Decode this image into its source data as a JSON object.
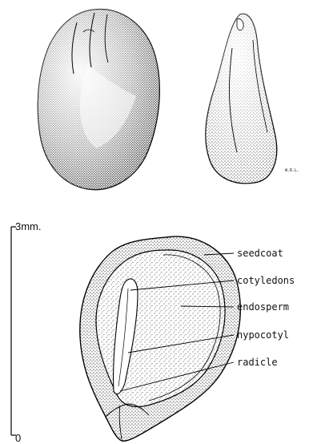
{
  "scale_bar": {
    "top_label": "3mm.",
    "bottom_label": "0"
  },
  "artist_initials": "W.R.L.",
  "labels": {
    "seedcoat": "seedcoat",
    "cotyledons": "cotyledons",
    "endosperm": "endosperm",
    "hypocotyl": "hypocotyl",
    "radicle": "radicle"
  }
}
